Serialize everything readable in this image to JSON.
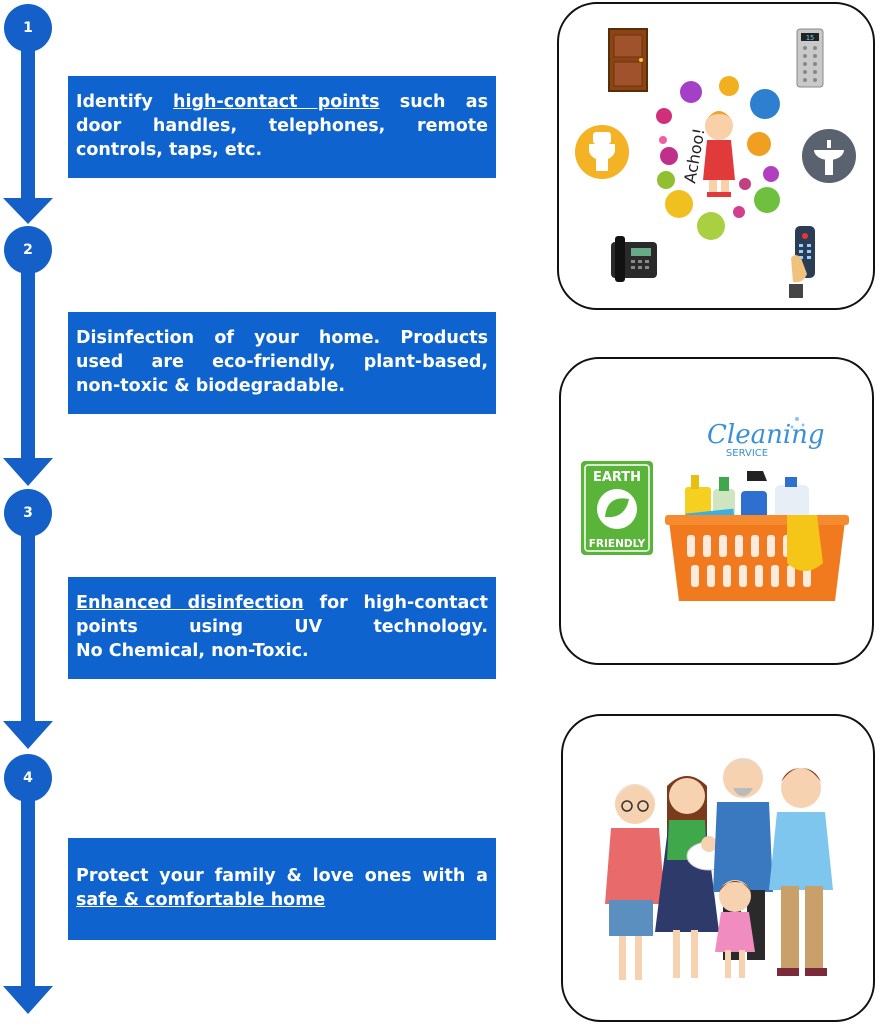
{
  "steps": [
    {
      "number": "1",
      "lines": [
        {
          "parts": [
            {
              "t": "Identify ",
              "u": false
            },
            {
              "t": "high-contact points",
              "u": true
            },
            {
              "t": " such as",
              "u": false
            }
          ]
        },
        {
          "parts": [
            {
              "t": "door handles, telephones, remote",
              "u": false
            }
          ]
        },
        {
          "parts": [
            {
              "t": "controls, taps, etc.",
              "u": false
            }
          ]
        }
      ]
    },
    {
      "number": "2",
      "lines": [
        {
          "parts": [
            {
              "t": "Disinfection of your home. Products",
              "u": false
            }
          ]
        },
        {
          "parts": [
            {
              "t": "used are eco-friendly, plant-based,",
              "u": false
            }
          ]
        },
        {
          "parts": [
            {
              "t": "non-toxic & biodegradable.",
              "u": false
            }
          ]
        }
      ]
    },
    {
      "number": "3",
      "lines": [
        {
          "parts": [
            {
              "t": "Enhanced disinfection",
              "u": true
            },
            {
              "t": " for high-contact",
              "u": false
            }
          ]
        },
        {
          "parts": [
            {
              "t": "points using UV technology.",
              "u": false
            }
          ]
        },
        {
          "parts": [
            {
              "t": "No Chemical, non-Toxic.",
              "u": false
            }
          ]
        }
      ]
    },
    {
      "number": "4",
      "lines": [
        {
          "parts": [
            {
              "t": "Protect your family & love ones with a",
              "u": false
            }
          ]
        },
        {
          "parts": [
            {
              "t": "safe & comfortable home",
              "u": true
            }
          ]
        }
      ]
    }
  ],
  "illustrations": {
    "germs": {
      "exclamation": "Achoo!",
      "elevator_display": "15"
    },
    "cleaning": {
      "logo_main": "Cleaning",
      "logo_sub": "SERVICE",
      "badge_top": "EARTH",
      "badge_bottom": "FRIENDLY"
    }
  },
  "colors": {
    "primary_blue": "#0F63CE",
    "circle_blue": "#1560C8",
    "badge_green": "#5BB43A",
    "basket_orange": "#F27A1E"
  }
}
